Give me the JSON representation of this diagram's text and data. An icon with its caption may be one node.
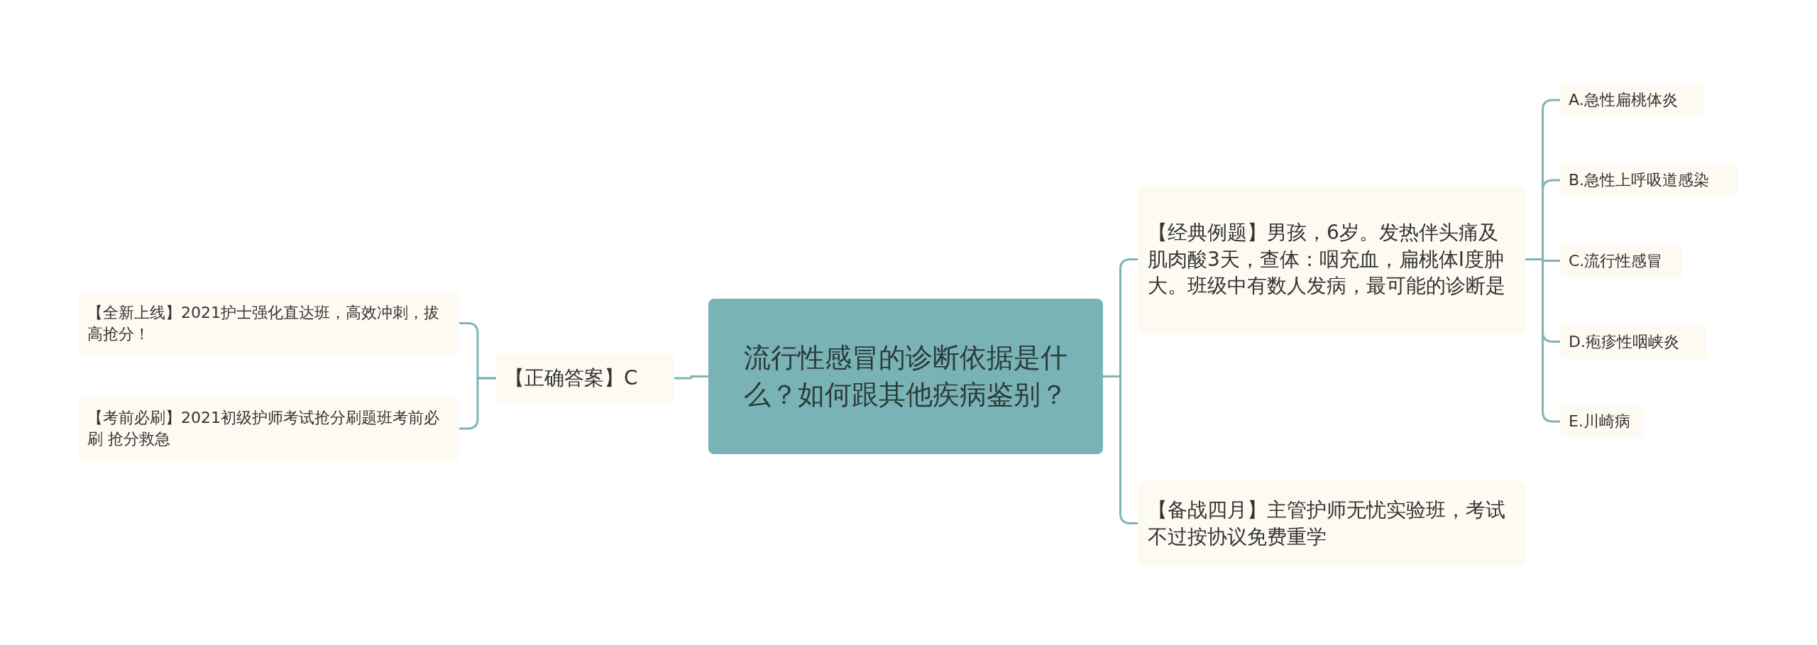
{
  "diagram": {
    "nodes": [
      {
        "text": [
          "流行性感冒的诊断依据是什么？如何跟其他疾病鉴别？"
        ]
      },
      {
        "text": [
          "【经典例题】男孩，6岁。发热伴头痛及肌肉酸3天，查体：咽充血，扁桃体Ⅰ度肿大。班级中有数人发病，最可能的诊断是"
        ]
      },
      {
        "text": [
          "A.急性扁桃体炎"
        ]
      },
      {
        "text": [
          "B.急性上呼吸道感染"
        ]
      },
      {
        "text": [
          "C.流行性感冒"
        ]
      },
      {
        "text": [
          "D.疱疹性咽峡炎"
        ]
      },
      {
        "text": [
          "E.川崎病"
        ]
      },
      {
        "text": [
          "【备战四月】主管护师无忧实验班，考试不过按协议免费重学"
        ]
      },
      {
        "text": [
          "【正确答案】C"
        ]
      },
      {
        "text": [
          "【全新上线】2021护士强化直达班，高效冲刺，拔高抢分！"
        ]
      },
      {
        "text": [
          "【考前必刷】2021初级护师考试抢分刷题班考前必刷 抢分救急"
        ]
      }
    ],
    "edges": [
      {
        "from": 0,
        "to": 1,
        "arrow": "none"
      },
      {
        "from": 1,
        "to": 2,
        "arrow": "none"
      },
      {
        "from": 1,
        "to": 3,
        "arrow": "none"
      },
      {
        "from": 1,
        "to": 4,
        "arrow": "none"
      },
      {
        "from": 1,
        "to": 5,
        "arrow": "none"
      },
      {
        "from": 1,
        "to": 6,
        "arrow": "none"
      },
      {
        "from": 0,
        "to": 7,
        "arrow": "none"
      },
      {
        "from": 0,
        "to": 8,
        "arrow": "none"
      },
      {
        "from": 8,
        "to": 9,
        "arrow": "none"
      },
      {
        "from": 8,
        "to": 10,
        "arrow": "none"
      }
    ]
  }
}
